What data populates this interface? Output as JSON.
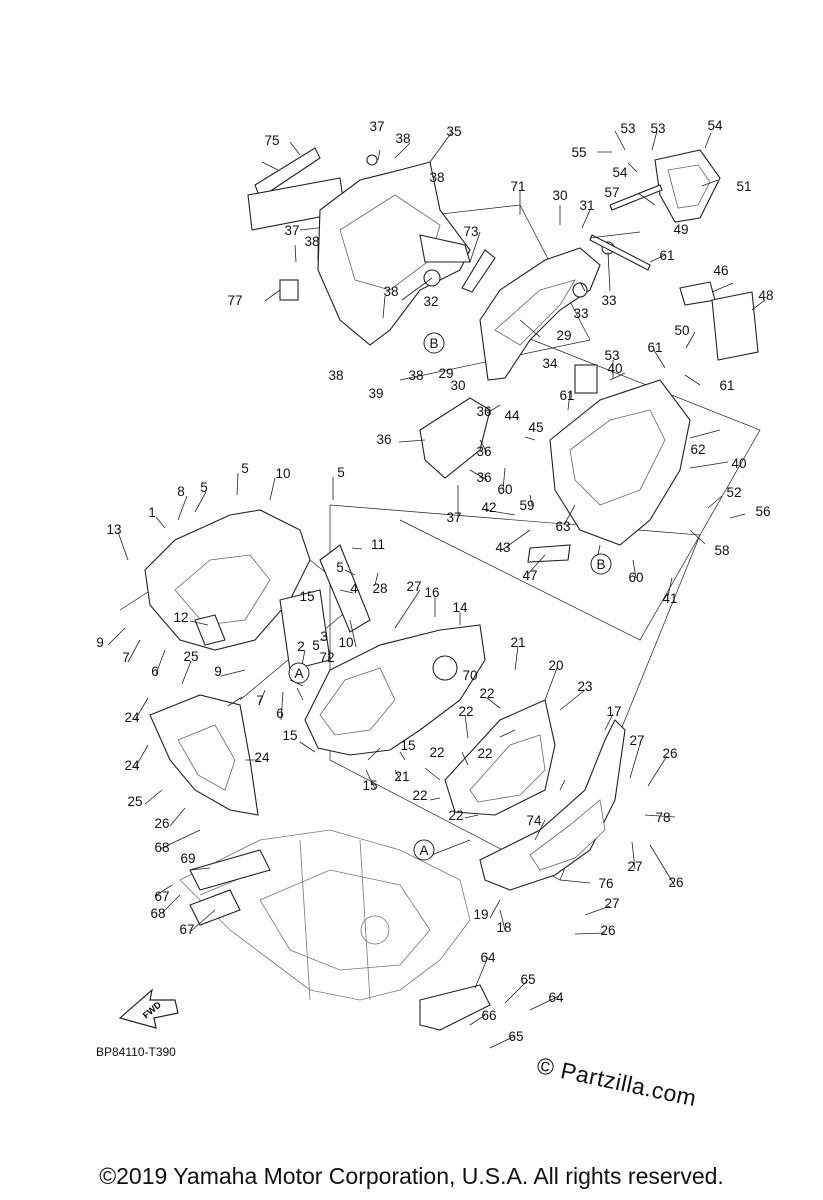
{
  "diagram": {
    "labels": [
      "1",
      "2",
      "3",
      "4",
      "5",
      "5",
      "5",
      "5",
      "5",
      "6",
      "6",
      "7",
      "7",
      "8",
      "9",
      "9",
      "10",
      "10",
      "11",
      "12",
      "13",
      "14",
      "15",
      "15",
      "15",
      "15",
      "16",
      "17",
      "18",
      "19",
      "20",
      "21",
      "21",
      "22",
      "22",
      "22",
      "22",
      "22",
      "22",
      "23",
      "24",
      "24",
      "24",
      "25",
      "25",
      "26",
      "26",
      "26",
      "26",
      "27",
      "27",
      "27",
      "27",
      "28",
      "29",
      "29",
      "30",
      "30",
      "31",
      "32",
      "33",
      "33",
      "34",
      "35",
      "36",
      "36",
      "36",
      "36",
      "37",
      "37",
      "37",
      "38",
      "38",
      "38",
      "38",
      "38",
      "38",
      "39",
      "40",
      "40",
      "41",
      "42",
      "43",
      "44",
      "45",
      "46",
      "47",
      "48",
      "49",
      "50",
      "51",
      "52",
      "53",
      "53",
      "53",
      "54",
      "54",
      "55",
      "56",
      "57",
      "58",
      "59",
      "60",
      "60",
      "61",
      "61",
      "61",
      "61",
      "62",
      "63",
      "64",
      "64",
      "65",
      "65",
      "66",
      "67",
      "67",
      "68",
      "68",
      "69",
      "70",
      "71",
      "72",
      "73",
      "74",
      "75",
      "76",
      "77",
      "78"
    ],
    "callouts": [
      "A",
      "A",
      "B",
      "B"
    ],
    "fwd_label": "FWD",
    "drawing_code": "BP84110-T390"
  },
  "watermark": "© Partzilla.com",
  "copyright": "©2019 Yamaha Motor Corporation, U.S.A. All rights reserved."
}
